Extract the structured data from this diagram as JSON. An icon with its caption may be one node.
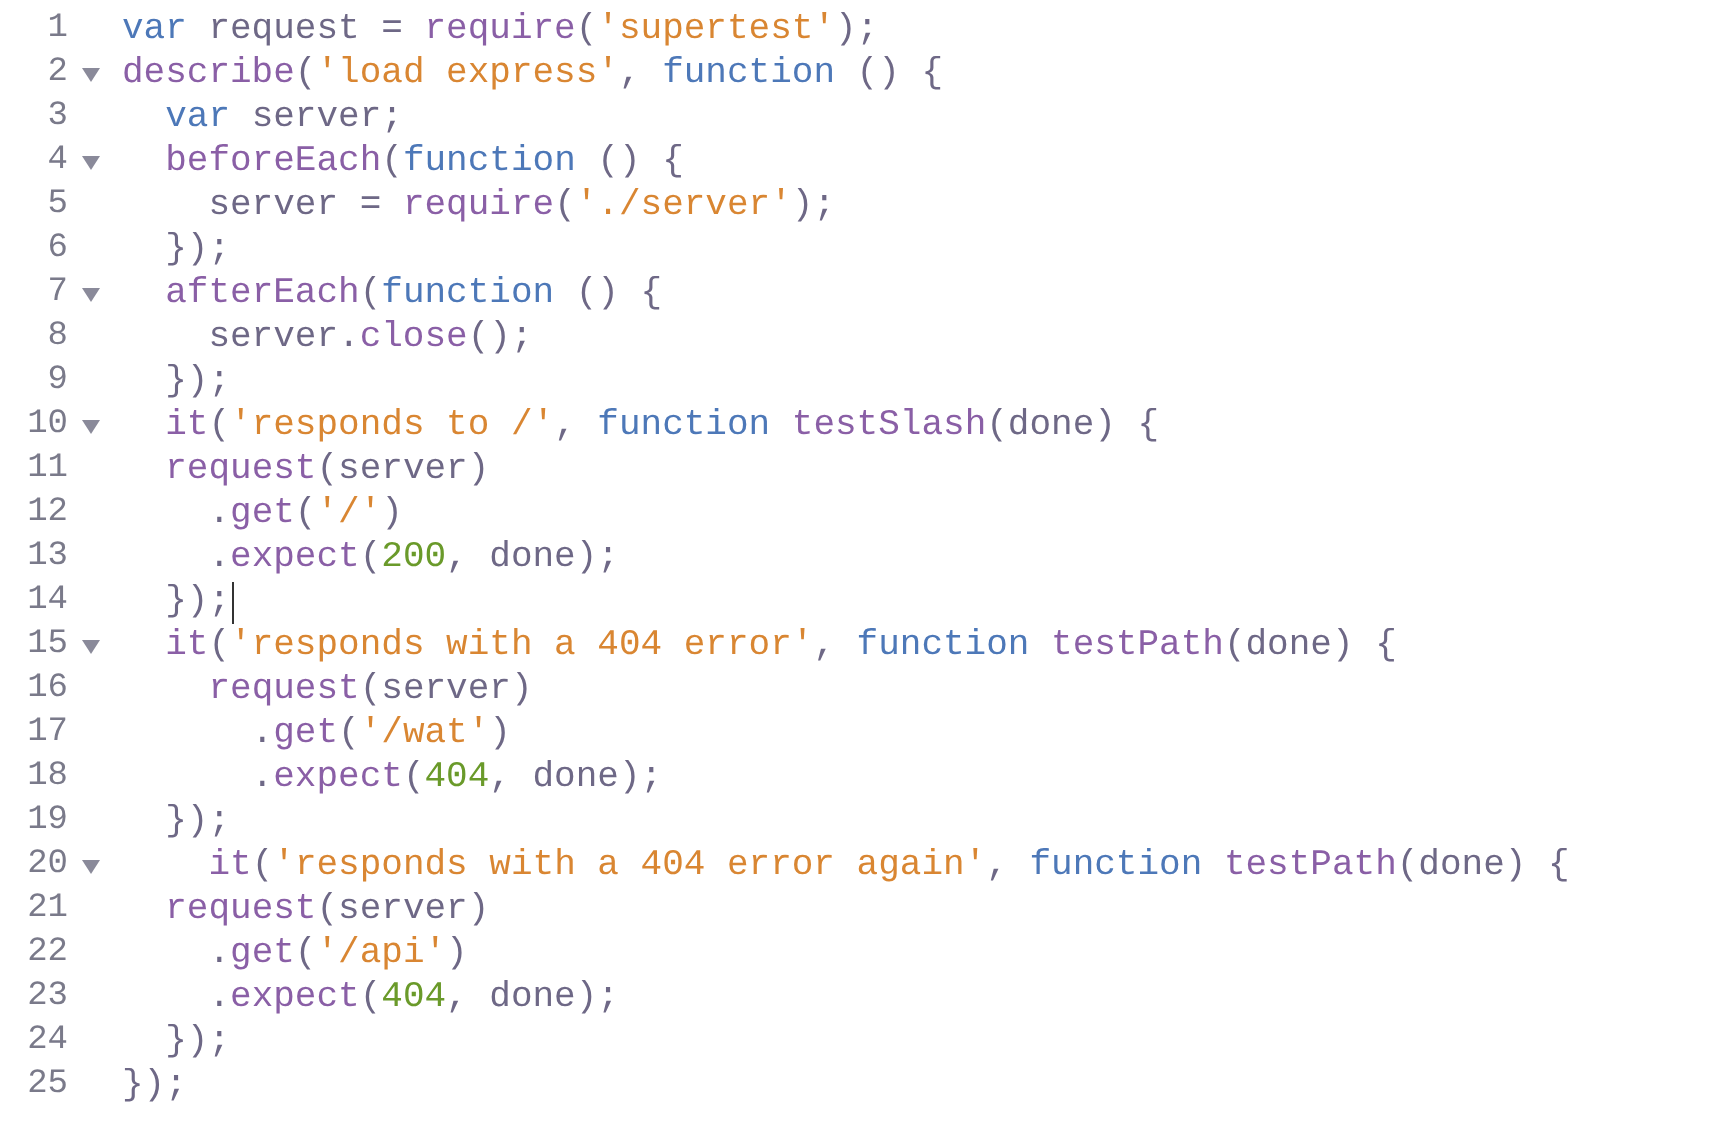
{
  "diagram": {
    "labels": [
      "1",
      "var request = require('supertest');",
      "2",
      "describe('load express', function () {",
      "3",
      "  var server;",
      "4",
      "  beforeEach(function () {",
      "5",
      "    server = require('./server');",
      "6",
      "  });",
      "7",
      "  afterEach(function () {",
      "8",
      "    server.close();",
      "9",
      "  });",
      "10",
      "  it('responds to /', function testSlash(done) {",
      "11",
      "  request(server)",
      "12",
      "    .get('/')",
      "13",
      "    .expect(200, done);",
      "14",
      "  });",
      "15",
      "  it('responds with a 404 error', function testPath(done) {",
      "16",
      "    request(server)",
      "17",
      "      .get('/wat')",
      "18",
      "      .expect(404, done);",
      "19",
      "  });",
      "20",
      "    it('responds with a 404 error again', function testPath(done) {",
      "21",
      "  request(server)",
      "22",
      "    .get('/api')",
      "23",
      "    .expect(404, done);",
      "24",
      "  });",
      "25",
      "});"
    ]
  }
}
